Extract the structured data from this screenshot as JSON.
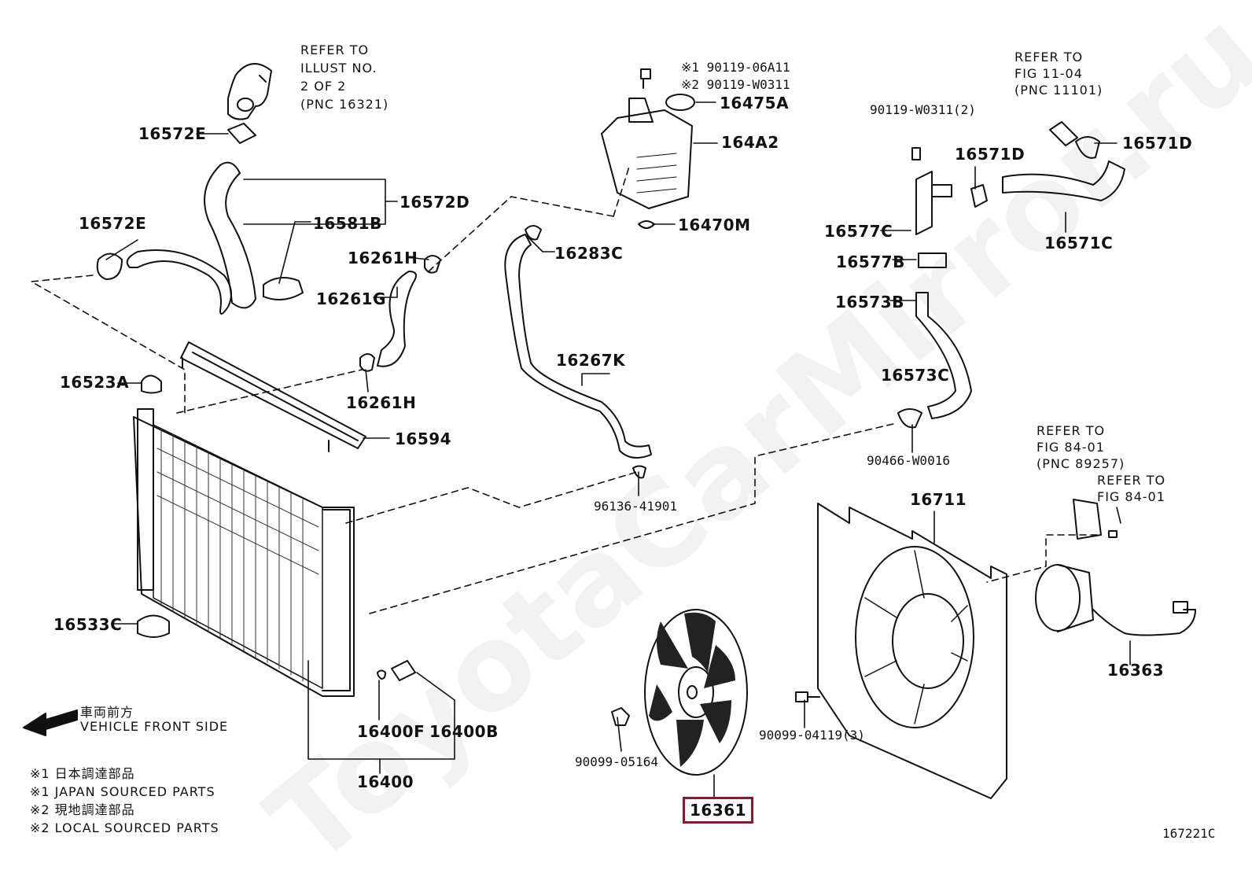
{
  "watermark": "ToyotaCarMirror.ru",
  "diagram_code": "167221C",
  "refer_notes": {
    "illust": [
      "REFER TO",
      "ILLUST NO.",
      "2 OF 2",
      "(PNC 16321)"
    ],
    "fig_11_04": [
      "REFER TO",
      "FIG 11-04",
      "(PNC 11101)"
    ],
    "fig_84_01_a": [
      "REFER TO",
      "FIG 84-01",
      "(PNC 89257)"
    ],
    "fig_84_01_b": [
      "REFER TO",
      "FIG 84-01"
    ]
  },
  "bolt_notes": [
    "※1 90119-06A11",
    "※2 90119-W0311"
  ],
  "labels": {
    "p16572E_top": "16572E",
    "p16572D": "16572D",
    "p16572E_left": "16572E",
    "p16581B": "16581B",
    "p16261H_top": "16261H",
    "p16261G": "16261G",
    "p16523A": "16523A",
    "p16261H_bot": "16261H",
    "p16594": "16594",
    "p16533C": "16533C",
    "p16400F": "16400F",
    "p16400B": "16400B",
    "p16400": "16400",
    "p16475A": "16475A",
    "p164A2": "164A2",
    "p16470M": "16470M",
    "p16283C": "16283C",
    "p16267K": "16267K",
    "p96136": "96136-41901",
    "p90119_2": "90119-W0311(2)",
    "p16571D_left": "16571D",
    "p16571D_right": "16571D",
    "p16577C": "16577C",
    "p16577B": "16577B",
    "p16571C": "16571C",
    "p16573B": "16573B",
    "p16573C": "16573C",
    "p90466": "90466-W0016",
    "p16711": "16711",
    "p16363": "16363",
    "p90099_04119": "90099-04119(3)",
    "p90099_05164": "90099-05164",
    "p16361": "16361"
  },
  "direction": {
    "jp": "車両前方",
    "en": "VEHICLE FRONT SIDE"
  },
  "legend": [
    "※1 日本調達部品",
    "※1 JAPAN SOURCED PARTS",
    "※2 現地調達部品",
    "※2 LOCAL SOURCED PARTS"
  ],
  "highlight_color": "#8e1630"
}
